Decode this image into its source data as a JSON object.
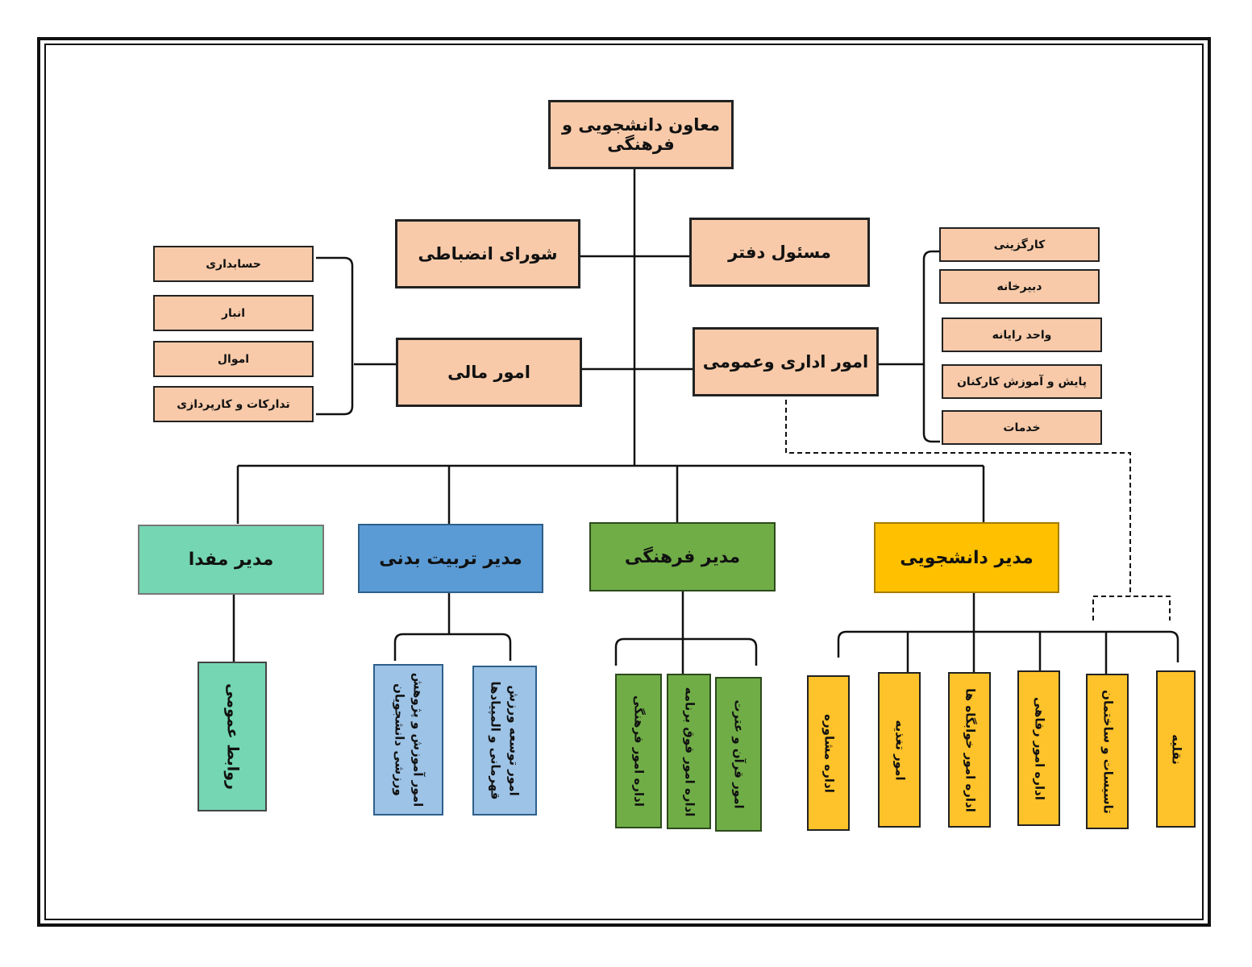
{
  "top": {
    "deputy": "معاون دانشجویی  و فرهنگی"
  },
  "level2": {
    "discipline": "شورای انضباطی",
    "office": "مسئول دفتر",
    "finance": "امور مالی",
    "admin": "امور اداری وعمومی"
  },
  "finance_units": [
    "حسابداری",
    "انبار",
    "اموال",
    "تدارکات و کارپردازی"
  ],
  "admin_units": [
    "کارگزینی",
    "دبیرخانه",
    "واحد رایانه",
    "پایش و آموزش کارکنان",
    "خدمات"
  ],
  "managers": {
    "mofada": "مدیر مفدا",
    "physical": "مدیر تربیت بدنی",
    "cultural": "مدیر فرهنگی",
    "student": "مدیر دانشجویی"
  },
  "mofada_units": [
    "روابط عمومی"
  ],
  "physical_units": [
    "امور آموزش و پژوهش\nورزشی دانشجویان",
    "امور توسعه ورزش\nقهرمانی و المپیادها"
  ],
  "cultural_units": [
    "اداره امور فرهنگی",
    "اداره امور فوق برنامه",
    "امور قرآن و عترت"
  ],
  "student_units": [
    "اداره مشاوره",
    "امور تغذیه",
    "اداره امور خوابگاه ها",
    "اداره امور رفاهی",
    "تاسیسات و ساختمان",
    "نقلیه"
  ],
  "colors": {
    "peach": "#f8caa9",
    "teal": "#74d6b2",
    "blue": "#5b9bd5",
    "light_blue": "#9dc3e6",
    "green": "#70ad47",
    "gold": "#ffc000"
  }
}
